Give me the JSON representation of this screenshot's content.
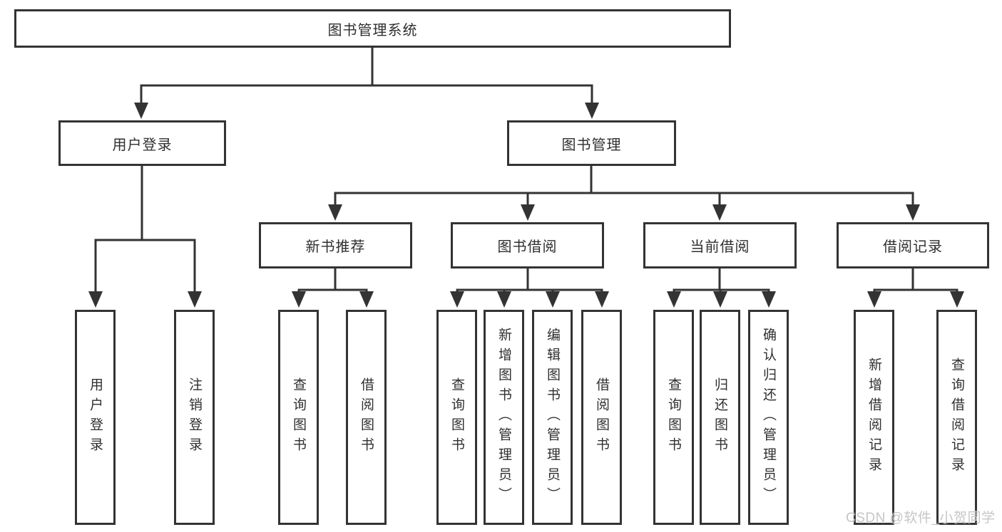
{
  "tree": {
    "label": "图书管理系统",
    "children": [
      {
        "label": "用户登录",
        "children": [
          {
            "label": "用户登录"
          },
          {
            "label": "注销登录"
          }
        ]
      },
      {
        "label": "图书管理",
        "children": [
          {
            "label": "新书推荐",
            "children": [
              {
                "label": "查询图书"
              },
              {
                "label": "借阅图书"
              }
            ]
          },
          {
            "label": "图书借阅",
            "children": [
              {
                "label": "查询图书"
              },
              {
                "label": "新增图书（管理员）"
              },
              {
                "label": "编辑图书（管理员）"
              },
              {
                "label": "借阅图书"
              }
            ]
          },
          {
            "label": "当前借阅",
            "children": [
              {
                "label": "查询图书"
              },
              {
                "label": "归还图书"
              },
              {
                "label": "确认归还（管理员）"
              }
            ]
          },
          {
            "label": "借阅记录",
            "children": [
              {
                "label": "新增借阅记录"
              },
              {
                "label": "查询借阅记录"
              }
            ]
          }
        ]
      }
    ]
  },
  "watermark": {
    "text": "CSDN @软件_小贺同学"
  },
  "colors": {
    "line": "#333333",
    "box_border": "#333333",
    "text": "#2f2f2f",
    "watermark": "#c6c6c6",
    "background": "#ffffff"
  }
}
